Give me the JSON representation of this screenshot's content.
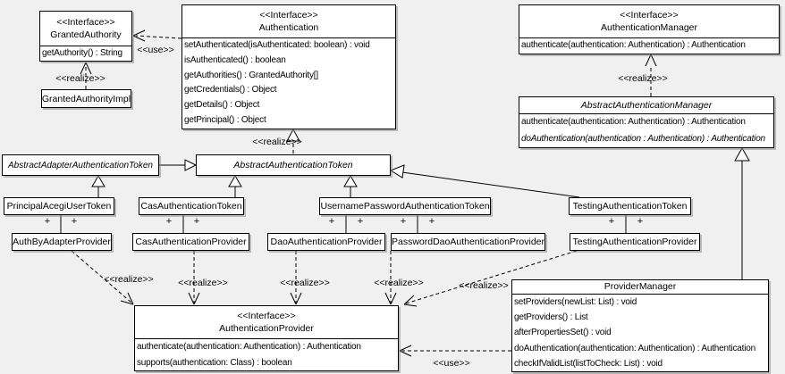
{
  "diagram": {
    "background": "#f0f0f0",
    "box_fill": "#ffffff",
    "line_color": "#000000"
  },
  "classes": {
    "granted_authority": {
      "stereotype": "<<Interface>>",
      "name": "GrantedAuthority",
      "methods": [
        "getAuthority() : String"
      ]
    },
    "granted_authority_impl": {
      "name": "GrantedAuthorityImpl"
    },
    "authentication": {
      "stereotype": "<<Interface>>",
      "name": "Authentication",
      "methods": [
        "setAuthenticated(isAuthenticated: boolean) : void",
        "isAuthenticated() : boolean",
        "getAuthorities() : GrantedAuthority[]",
        "getCredentials() : Object",
        "getDetails() : Object",
        "getPrincipal() : Object"
      ]
    },
    "authentication_manager": {
      "stereotype": "<<Interface>>",
      "name": "AuthenticationManager",
      "methods": [
        "authenticate(authentication: Authentication) : Authentication"
      ]
    },
    "abstract_authentication_manager": {
      "name": "AbstractAuthenticationManager",
      "methods": [
        "authenticate(authentication: Authentication) : Authentication",
        "doAuthentication(authentication : Authentication) : Authentication"
      ]
    },
    "abstract_adapter_authentication_token": {
      "name": "AbstractAdapterAuthenticationToken"
    },
    "abstract_authentication_token": {
      "name": "AbstractAuthenticationToken"
    },
    "principal_acegi_user_token": {
      "name": "PrincipalAcegiUserToken"
    },
    "cas_authentication_token": {
      "name": "CasAuthenticationToken"
    },
    "username_password_authentication_token": {
      "name": "UsernamePasswordAuthenticationToken"
    },
    "testing_authentication_token": {
      "name": "TestingAuthenticationToken"
    },
    "auth_by_adapter_provider": {
      "name": "AuthByAdapterProvider"
    },
    "cas_authentication_provider": {
      "name": "CasAuthenticationProvider"
    },
    "dao_authentication_provider": {
      "name": "DaoAuthenticationProvider"
    },
    "password_dao_authentication_provider": {
      "name": "PasswordDaoAuthenticationProvider"
    },
    "testing_authentication_provider": {
      "name": "TestingAuthenticationProvider"
    },
    "authentication_provider": {
      "stereotype": "<<Interface>>",
      "name": "AuthenticationProvider",
      "methods": [
        "authenticate(authentication: Authentication) : Authentication",
        "supports(authentication: Class) : boolean"
      ]
    },
    "provider_manager": {
      "name": "ProviderManager",
      "methods": [
        "setProviders(newList: List) : void",
        "getProviders() : List",
        "afterPropertiesSet() : void",
        "doAuthentication(authentication: Authentication) : Authentication",
        "checkIfValidList(listToCheck: List) : void"
      ]
    }
  },
  "labels": {
    "realize": "<<realize>>",
    "use": "<<use>>",
    "plus": "+"
  },
  "relations": [
    "Authentication ..use..> GrantedAuthority",
    "GrantedAuthorityImpl ..realize..> GrantedAuthority",
    "AbstractAuthenticationToken ..realize..> Authentication",
    "AbstractAuthenticationManager ..realize..> AuthenticationManager",
    "AbstractAdapterAuthenticationToken --|> AbstractAuthenticationToken",
    "PrincipalAcegiUserToken --|> AbstractAdapterAuthenticationToken",
    "CasAuthenticationToken --|> AbstractAuthenticationToken",
    "UsernamePasswordAuthenticationToken --|> AbstractAuthenticationToken",
    "TestingAuthenticationToken --|> AbstractAuthenticationToken",
    "ProviderManager --|> AbstractAuthenticationManager",
    "PrincipalAcegiUserToken +--+ AuthByAdapterProvider",
    "CasAuthenticationToken +--+ CasAuthenticationProvider",
    "UsernamePasswordAuthenticationToken +--+ DaoAuthenticationProvider",
    "UsernamePasswordAuthenticationToken +--+ PasswordDaoAuthenticationProvider",
    "TestingAuthenticationToken +--+ TestingAuthenticationProvider",
    "AuthByAdapterProvider ..realize..> AuthenticationProvider",
    "CasAuthenticationProvider ..realize..> AuthenticationProvider",
    "DaoAuthenticationProvider ..realize..> AuthenticationProvider",
    "PasswordDaoAuthenticationProvider ..realize..> AuthenticationProvider",
    "TestingAuthenticationProvider ..realize..> AuthenticationProvider",
    "ProviderManager ..use..> AuthenticationProvider"
  ]
}
